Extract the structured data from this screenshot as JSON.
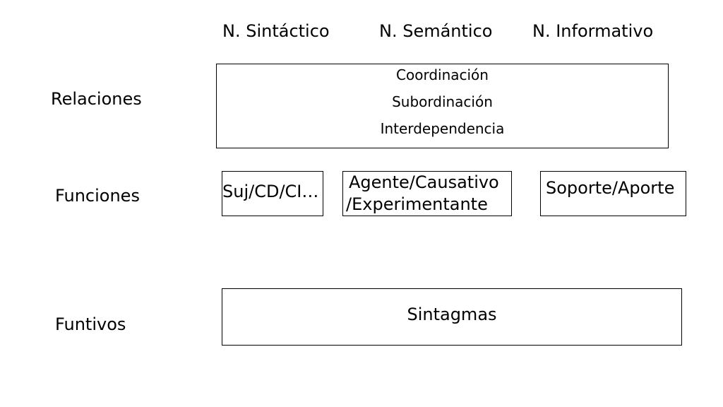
{
  "headers": {
    "sintactico": "N. Sintáctico",
    "semantico": "N. Semántico",
    "informativo": "N. Informativo"
  },
  "rows": {
    "relaciones": "Relaciones",
    "funciones": "Funciones",
    "funtivos": "Funtivos"
  },
  "relaciones_box": {
    "items": [
      "Coordinación",
      "Subordinación",
      "Interdependencia"
    ]
  },
  "funciones_boxes": {
    "sintactico": "Suj/CD/CI…",
    "semantico_line1": "Agente/Causativo",
    "semantico_line2": "/Experimentante",
    "informativo": "Soporte/Aporte"
  },
  "funtivos_box": {
    "label": "Sintagmas"
  }
}
